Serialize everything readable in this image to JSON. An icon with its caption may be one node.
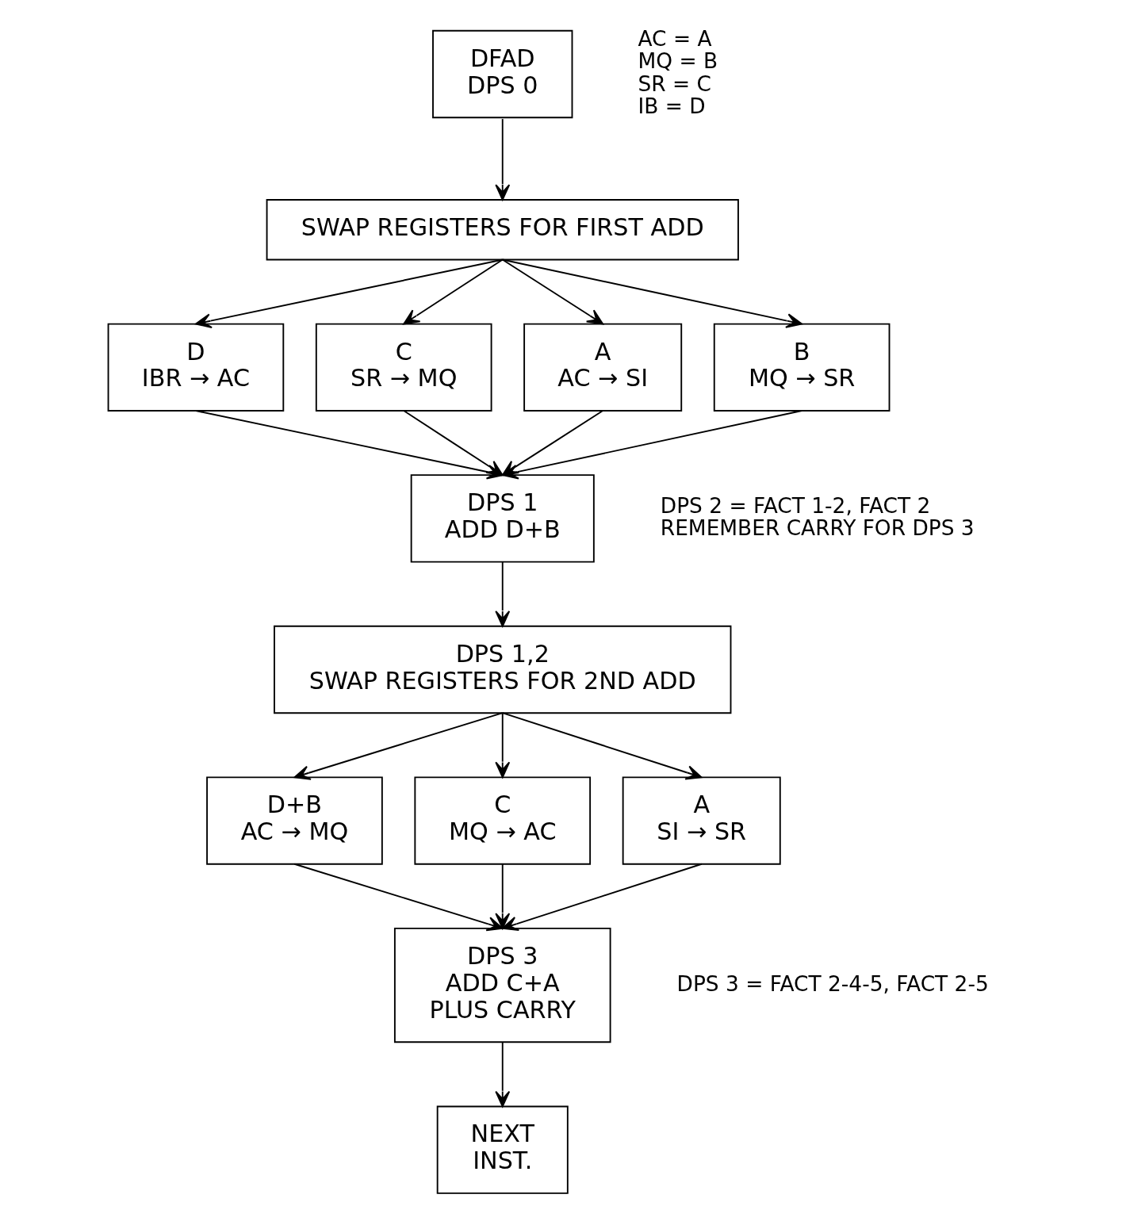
{
  "diagram": {
    "nodes": [
      {
        "text": [
          "DFAD",
          "DPS 0"
        ],
        "beside": [
          "AC = A",
          "MQ = B",
          "SR = C",
          "IB = D"
        ]
      },
      {
        "text": [
          "SWAP REGISTERS FOR FIRST ADD"
        ]
      },
      {
        "text": [
          "D",
          "IBR → AC"
        ]
      },
      {
        "text": [
          "C",
          "SR → MQ"
        ]
      },
      {
        "text": [
          "A",
          "AC → SI"
        ]
      },
      {
        "text": [
          "B",
          "MQ → SR"
        ]
      },
      {
        "text": [
          "DPS 1",
          "ADD D+B"
        ],
        "beside": [
          "DPS 2 = FACT 1-2, FACT 2",
          "REMEMBER CARRY FOR DPS 3"
        ]
      },
      {
        "text": [
          "DPS 1,2",
          "SWAP REGISTERS FOR 2ND ADD"
        ]
      },
      {
        "text": [
          "D+B",
          "AC → MQ"
        ]
      },
      {
        "text": [
          "C",
          "MQ → AC"
        ]
      },
      {
        "text": [
          "A",
          "SI → SR"
        ]
      },
      {
        "text": [
          "DPS 3",
          "ADD C+A",
          "PLUS CARRY"
        ],
        "beside": [
          "DPS 3 = FACT 2-4-5, FACT 2-5"
        ]
      },
      {
        "text": [
          "NEXT",
          "INST."
        ]
      }
    ],
    "edges": [
      {
        "from": 0,
        "to": 1,
        "arrow": "to"
      },
      {
        "from": 1,
        "to": 2,
        "arrow": "to"
      },
      {
        "from": 1,
        "to": 3,
        "arrow": "to"
      },
      {
        "from": 1,
        "to": 4,
        "arrow": "to"
      },
      {
        "from": 1,
        "to": 5,
        "arrow": "to"
      },
      {
        "from": 2,
        "to": 6,
        "arrow": "to"
      },
      {
        "from": 3,
        "to": 6,
        "arrow": "to"
      },
      {
        "from": 4,
        "to": 6,
        "arrow": "to"
      },
      {
        "from": 5,
        "to": 6,
        "arrow": "to"
      },
      {
        "from": 6,
        "to": 7,
        "arrow": "to"
      },
      {
        "from": 7,
        "to": 8,
        "arrow": "to"
      },
      {
        "from": 7,
        "to": 9,
        "arrow": "to"
      },
      {
        "from": 7,
        "to": 10,
        "arrow": "to"
      },
      {
        "from": 8,
        "to": 11,
        "arrow": "to"
      },
      {
        "from": 9,
        "to": 11,
        "arrow": "to"
      },
      {
        "from": 10,
        "to": 11,
        "arrow": "to"
      },
      {
        "from": 11,
        "to": 12,
        "arrow": "to"
      }
    ]
  }
}
